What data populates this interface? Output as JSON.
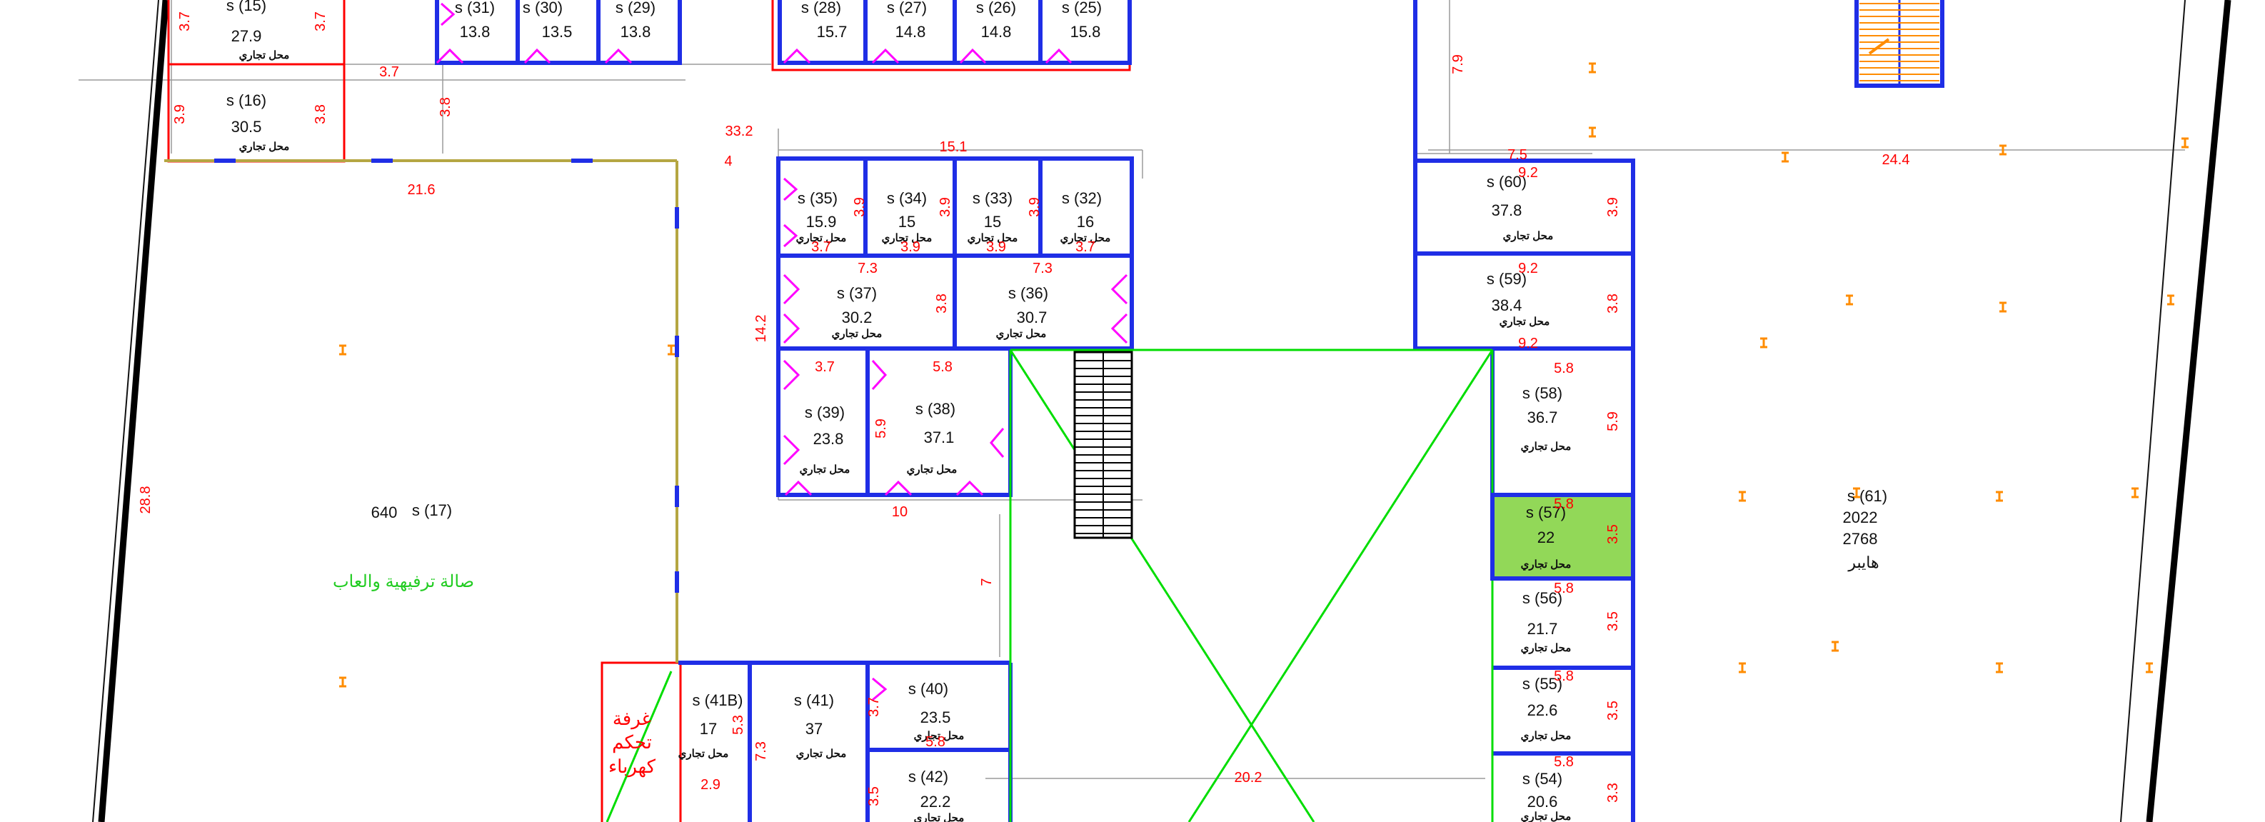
{
  "colors": {
    "wall": "#1f2ee6",
    "partition": "#ff00ff",
    "dimension": "#ff0000",
    "circulation": "#00dd00",
    "highlight": "#92d858",
    "outer_wall": "#000000",
    "stair": "#ff8c00",
    "grid": "#9a9a9a"
  },
  "units": {
    "s15": {
      "id": "s (15)",
      "area": "27.9",
      "label": "محل تجاري"
    },
    "s16": {
      "id": "s (16)",
      "area": "30.5",
      "label": "محل تجاري"
    },
    "s31": {
      "id": "s (31)",
      "area": "13.8"
    },
    "s30": {
      "id": "s (30)",
      "area": "13.5"
    },
    "s29": {
      "id": "s (29)",
      "area": "13.8"
    },
    "s28": {
      "id": "s (28)",
      "area": "15.7"
    },
    "s27": {
      "id": "s (27)",
      "area": "14.8"
    },
    "s26": {
      "id": "s (26)",
      "area": "14.8"
    },
    "s25": {
      "id": "s (25)",
      "area": "15.8"
    },
    "s35": {
      "id": "s (35)",
      "area": "15.9",
      "label": "محل تجاري"
    },
    "s34": {
      "id": "s (34)",
      "area": "15",
      "label": "محل تجاري"
    },
    "s33": {
      "id": "s (33)",
      "area": "15",
      "label": "محل تجاري"
    },
    "s32": {
      "id": "s (32)",
      "area": "16",
      "label": "محل تجاري"
    },
    "s37": {
      "id": "s (37)",
      "area": "30.2",
      "label": "محل تجاري"
    },
    "s36": {
      "id": "s (36)",
      "area": "30.7",
      "label": "محل تجاري"
    },
    "s39": {
      "id": "s (39)",
      "area": "23.8",
      "label": "محل تجاري"
    },
    "s38": {
      "id": "s (38)",
      "area": "37.1",
      "label": "محل تجاري"
    },
    "s17": {
      "id": "s (17)",
      "area": "640",
      "label": "صالة ترفيهية والعاب"
    },
    "s60": {
      "id": "s (60)",
      "area": "37.8",
      "label": "محل تجاري"
    },
    "s59": {
      "id": "s (59)",
      "area": "38.4",
      "label": "محل تجاري"
    },
    "s58": {
      "id": "s (58)",
      "area": "36.7",
      "label": "محل تجاري"
    },
    "s57": {
      "id": "s (57)",
      "area": "22",
      "label": "محل تجاري"
    },
    "s56": {
      "id": "s (56)",
      "area": "21.7",
      "label": "محل تجاري"
    },
    "s55": {
      "id": "s (55)",
      "area": "22.6",
      "label": "محل تجاري"
    },
    "s54": {
      "id": "s (54)",
      "area": "20.6",
      "label": "محل تجاري"
    },
    "s61": {
      "id": "s (61)",
      "area": "2022",
      "area2": "2768",
      "label": "هايبر"
    },
    "s41b": {
      "id": "s (41B)",
      "area": "17",
      "label": "محل تجاري"
    },
    "s41": {
      "id": "s (41)",
      "area": "37",
      "label": "محل تجاري"
    },
    "s40": {
      "id": "s (40)",
      "area": "23.5",
      "label": "محل تجاري"
    },
    "s42": {
      "id": "s (42)",
      "area": "22.2",
      "label": "محل تجاري"
    },
    "control_room": {
      "line1": "غرفة",
      "line2": "تحكم",
      "line3": "كهرباء"
    }
  },
  "dimensions": {
    "d_3_7_a": "3.7",
    "d_3_7_b": "3.7",
    "d_3_7_c": "3.7",
    "d_3_9_a": "3.9",
    "d_3_8_a": "3.8",
    "d_3_8_b": "3.8",
    "d_33_2": "33.2",
    "d_4": "4",
    "d_21_6": "21.6",
    "d_15_1": "15.1",
    "d_28_8": "28.8",
    "d_14_2": "14.2",
    "d_3_9_b": "3.9",
    "d_3_9_c": "3.9",
    "d_3_9_d": "3.9",
    "d_3_7_d": "3.7",
    "d_3_9_e": "3.9",
    "d_3_9_f": "3.9",
    "d_3_7_e": "3.7",
    "d_7_3_a": "7.3",
    "d_7_3_b": "7.3",
    "d_3_8_c": "3.8",
    "d_3_7_f": "3.7",
    "d_5_8_a": "5.8",
    "d_5_9_a": "5.9",
    "d_10": "10",
    "d_7": "7",
    "d_7_9": "7.9",
    "d_7_5": "7.5",
    "d_24_4": "24.4",
    "d_9_2_a": "9.2",
    "d_9_2_b": "9.2",
    "d_9_2_c": "9.2",
    "d_3_9_g": "3.9",
    "d_3_8_d": "3.8",
    "d_5_8_b": "5.8",
    "d_5_9_b": "5.9",
    "d_5_8_c": "5.8",
    "d_3_5_a": "3.5",
    "d_5_8_d": "5.8",
    "d_3_5_b": "3.5",
    "d_5_8_e": "5.8",
    "d_3_5_c": "3.5",
    "d_5_8_f": "5.8",
    "d_3_3": "3.3",
    "d_20_2": "20.2",
    "d_5_3": "5.3",
    "d_2_9": "2.9",
    "d_7_3_c": "7.3",
    "d_3_7_g": "3.7",
    "d_5_8_g": "5.8",
    "d_3_5_d": "3.5"
  }
}
